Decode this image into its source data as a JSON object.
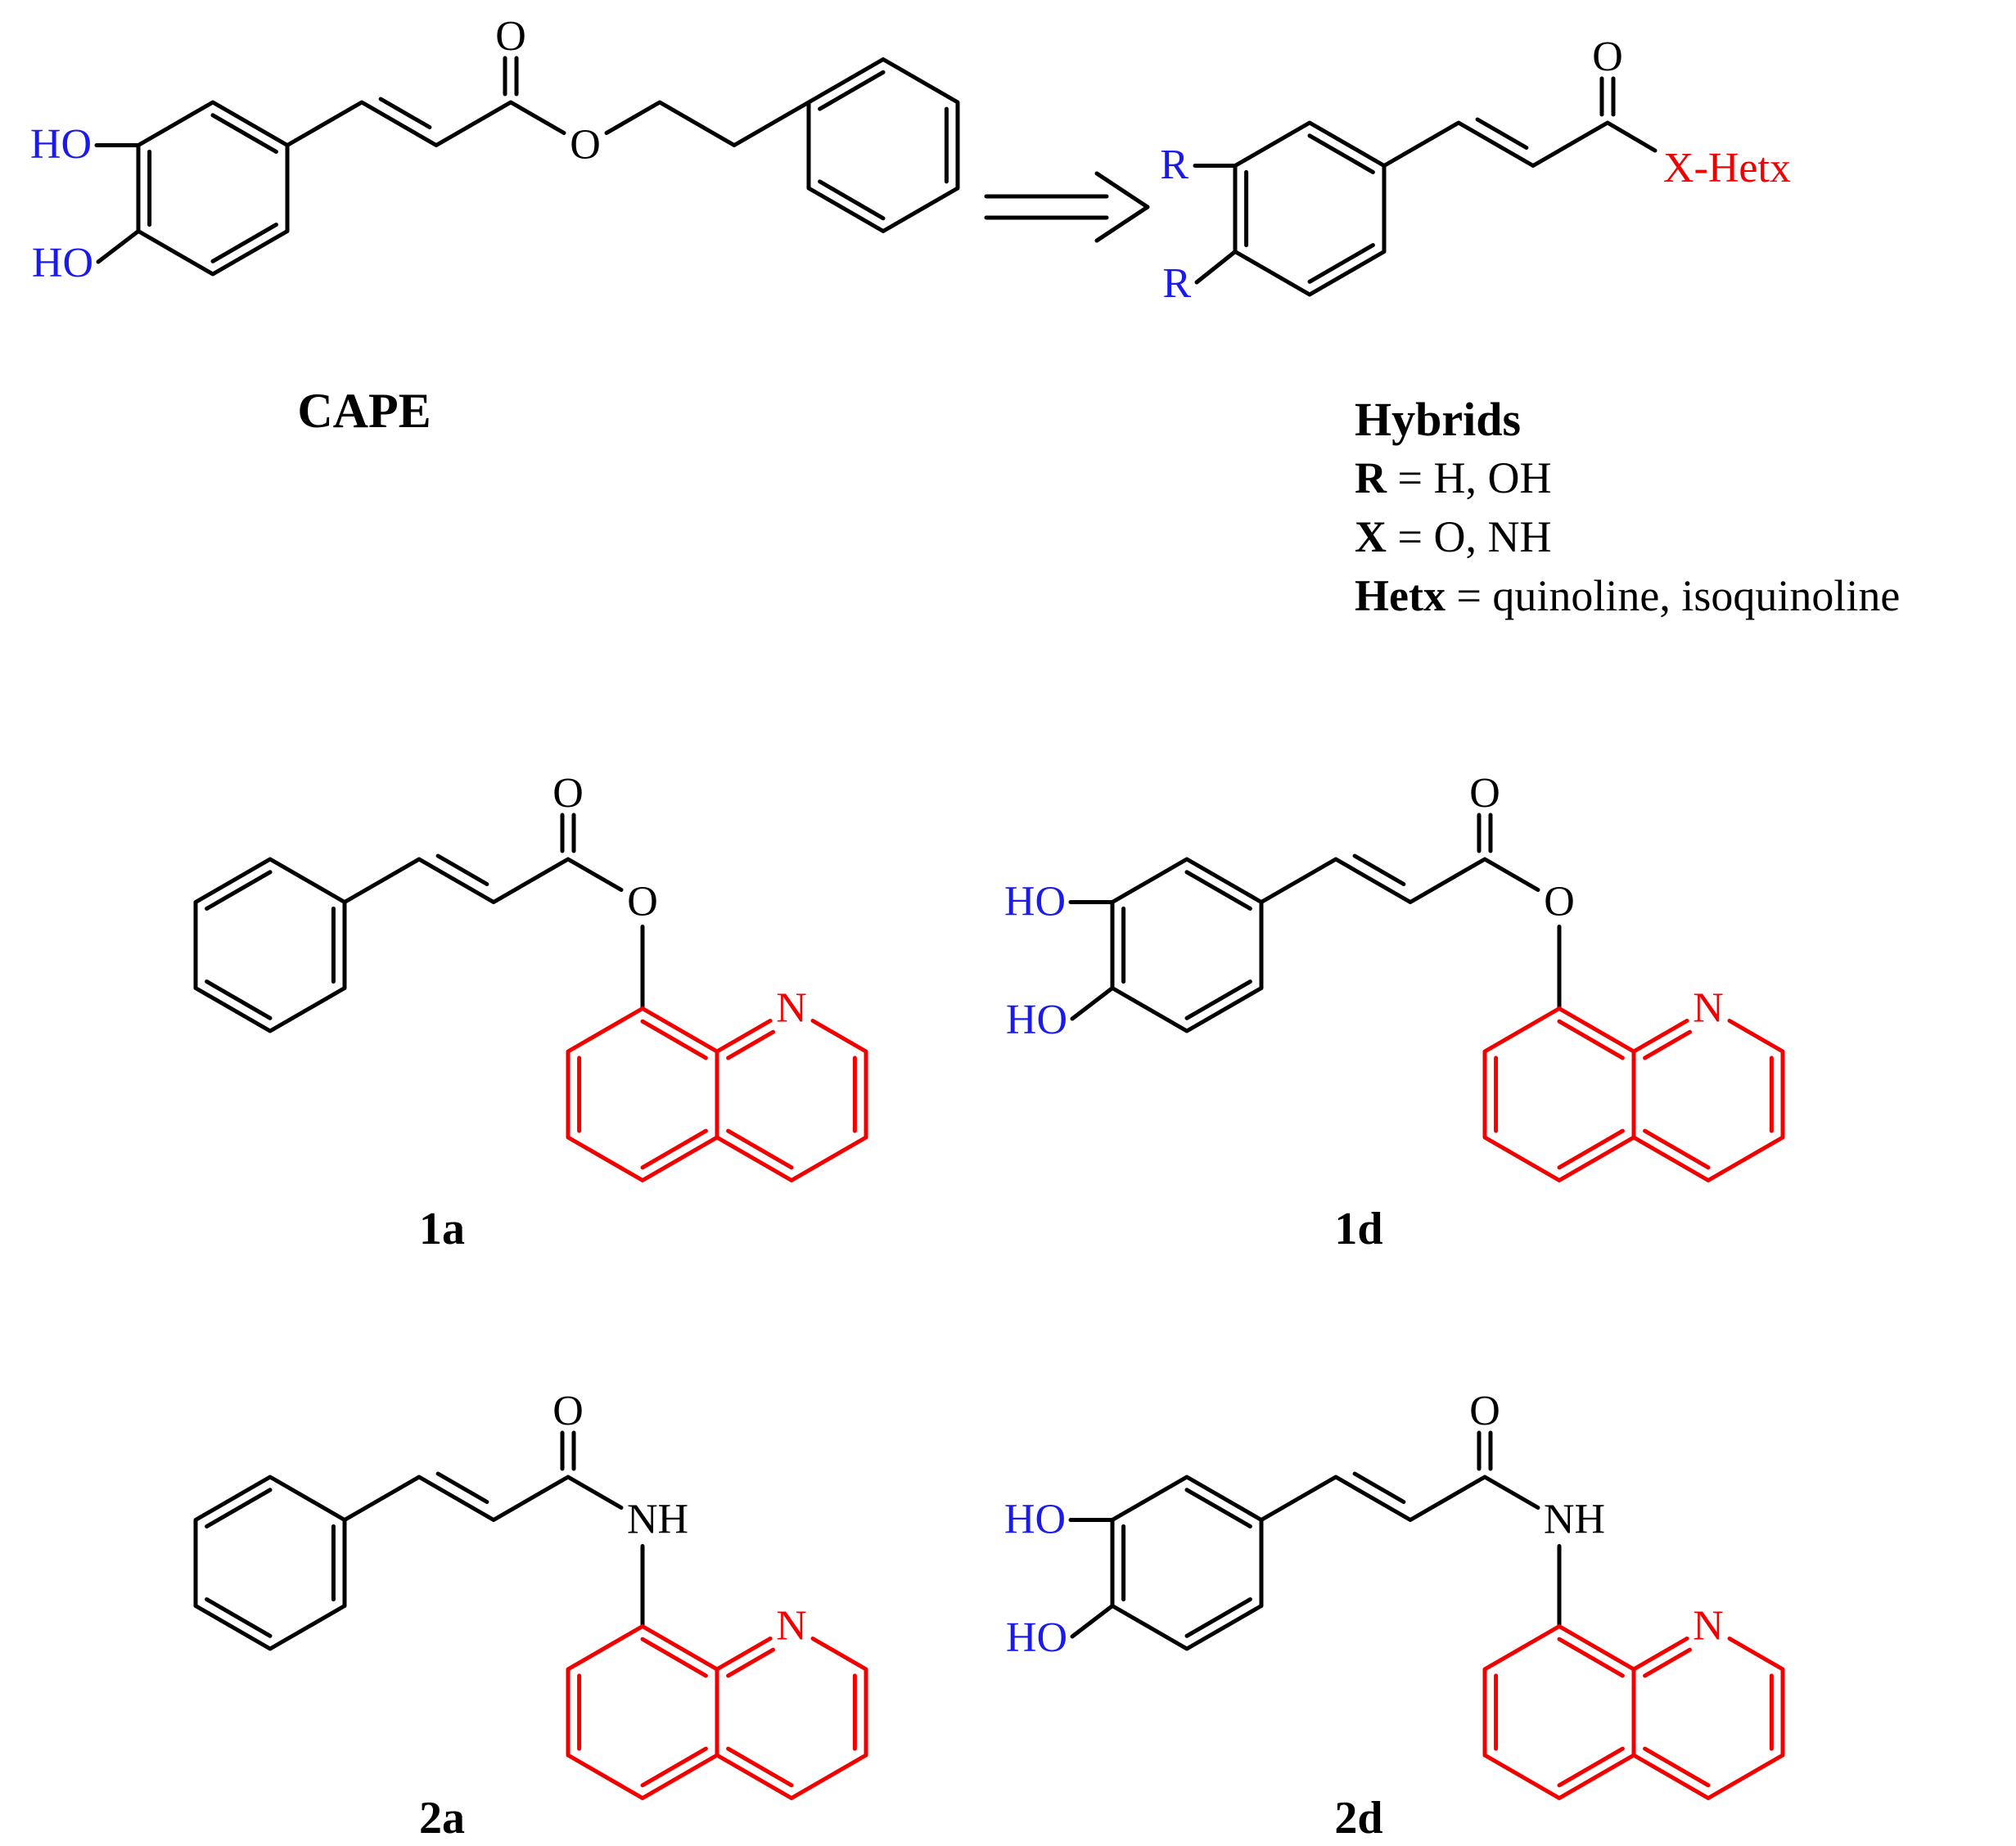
{
  "labels": {
    "cape": "CAPE",
    "compound_1a": "1a",
    "compound_1d": "1d",
    "compound_2a": "2a",
    "compound_2d": "2d"
  },
  "legend": {
    "title": "Hybrids",
    "rows": [
      {
        "key": "R",
        "rest": " = H, OH"
      },
      {
        "key": "X",
        "rest": " = O, NH"
      },
      {
        "key": "Hetx",
        "rest": " = quinoline, isoquinoline"
      }
    ]
  },
  "atoms": {
    "ho": "HO",
    "o": "O",
    "n": "N",
    "nh": "NH",
    "r": "R",
    "x_hetx": "X-Hetx"
  },
  "colors": {
    "ink": "#000000",
    "blue": "#1a1aee",
    "red": "#f20000",
    "paper": "#ffffff"
  }
}
